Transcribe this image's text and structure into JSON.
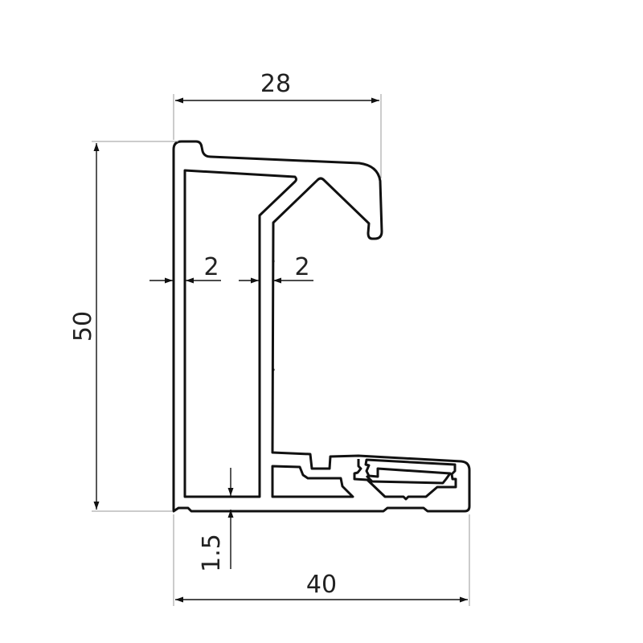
{
  "drawing": {
    "type": "aluminium profile cross-section",
    "dimensions": {
      "top_width": "28",
      "height": "50",
      "bottom_width": "40",
      "wall_left": "2",
      "wall_right": "2",
      "base_thickness": "1.5"
    },
    "line_color": "#111111",
    "background": "#ffffff"
  }
}
